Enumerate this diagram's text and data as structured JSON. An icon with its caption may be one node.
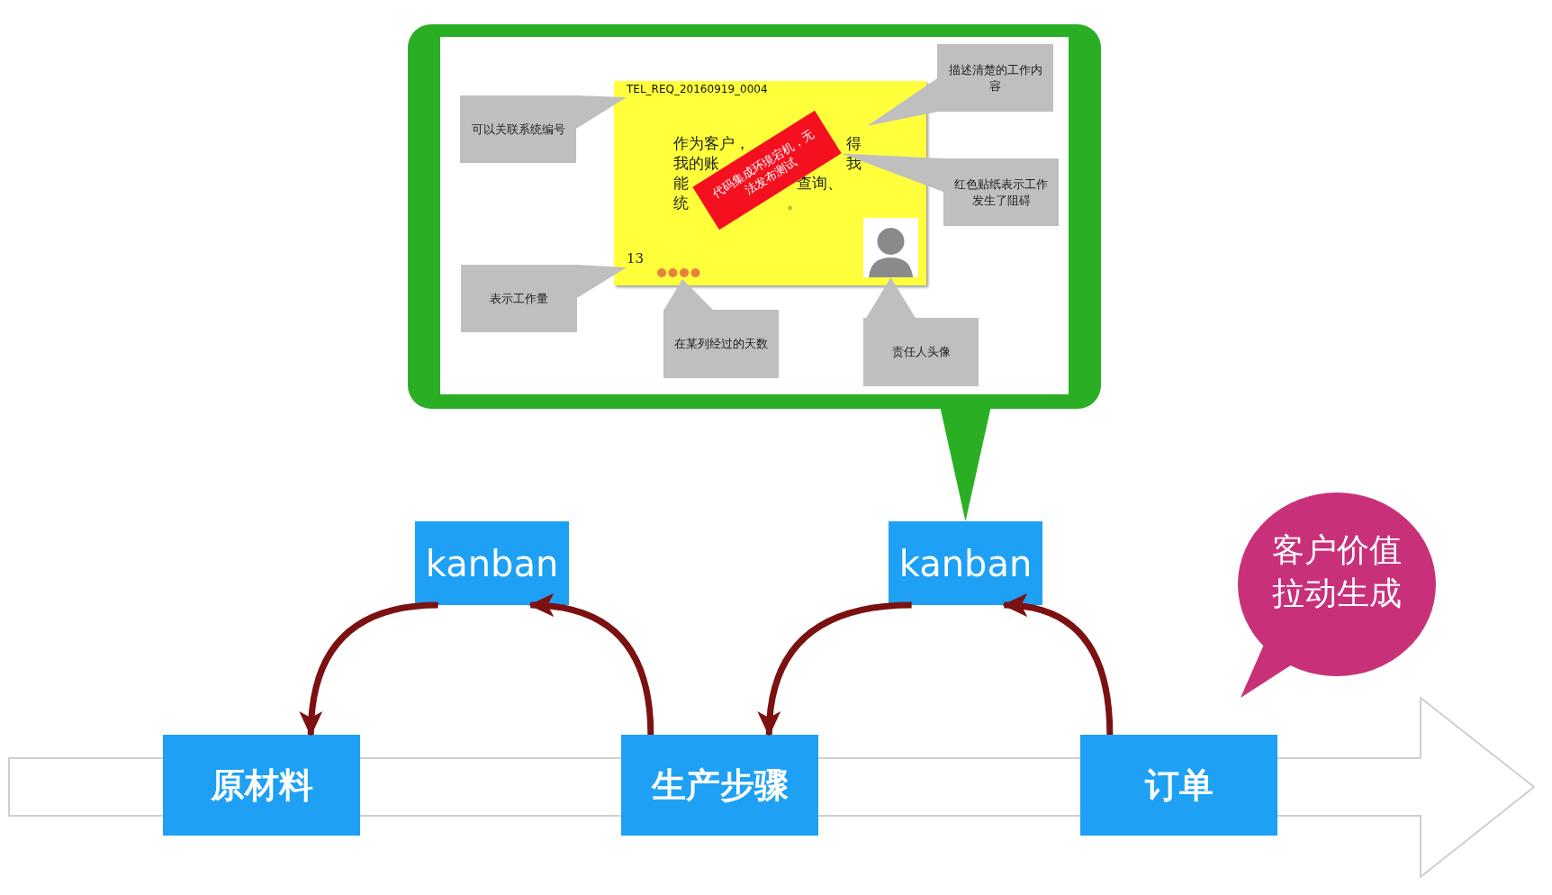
{
  "diagram": {
    "nodes": [
      {
        "text": [],
        "shape": "box"
      },
      {
        "text": [],
        "shape": "box",
        "in": 0
      },
      {
        "text": [
          "TEL_REQ_20160919_0004"
        ],
        "in": 1
      },
      {
        "text": [
          "作为客户，",
          "得",
          "我的账",
          "我",
          "能",
          "查询、",
          "统",
          "。"
        ],
        "in": 1
      },
      {
        "text": [
          "代码集成环境宕机，无法发布测试"
        ],
        "in": 1
      },
      {
        "text": [
          "13"
        ],
        "in": 1
      },
      {
        "text": [],
        "shape": "circle",
        "in": 1
      },
      {
        "text": [],
        "shape": "picture",
        "in": 1
      },
      {
        "text": [
          "可以关联系统编号"
        ],
        "in": 0
      },
      {
        "text": [
          "描述清楚的工作内容"
        ],
        "in": 0
      },
      {
        "text": [
          "红色贴纸表示工作发生了阻碍"
        ],
        "in": 0
      },
      {
        "text": [
          "表示工作量"
        ],
        "in": 0
      },
      {
        "text": [
          "在某列经过的天数"
        ],
        "in": 0
      },
      {
        "text": [
          "责任人头像"
        ],
        "in": 0
      },
      {
        "text": [
          "kanban"
        ]
      },
      {
        "text": [
          "kanban"
        ]
      },
      {
        "text": [
          "原材料"
        ]
      },
      {
        "text": [
          "生产步骤"
        ]
      },
      {
        "text": [
          "订单"
        ]
      },
      {
        "text": [
          "客户价值拉动生成"
        ]
      }
    ],
    "edges": [
      {
        "from": 8,
        "to": 2,
        "arrow": "to"
      },
      {
        "from": 9,
        "to": 3,
        "arrow": "to"
      },
      {
        "from": 10,
        "to": 4,
        "arrow": "to"
      },
      {
        "from": 11,
        "to": 5,
        "arrow": "to"
      },
      {
        "from": 12,
        "to": 6,
        "arrow": "to"
      },
      {
        "from": 13,
        "to": 7,
        "arrow": "to"
      },
      {
        "from": 0,
        "to": 15,
        "arrow": "to",
        "color": "#2aaf24"
      },
      {
        "from": 14,
        "to": 16,
        "arrow": "to",
        "color": "#7b1111"
      },
      {
        "from": 17,
        "to": 14,
        "arrow": "to",
        "color": "#7b1111"
      },
      {
        "from": 15,
        "to": 17,
        "arrow": "to",
        "color": "#7b1111"
      },
      {
        "from": 18,
        "to": 15,
        "arrow": "to",
        "color": "#7b1111"
      }
    ]
  }
}
